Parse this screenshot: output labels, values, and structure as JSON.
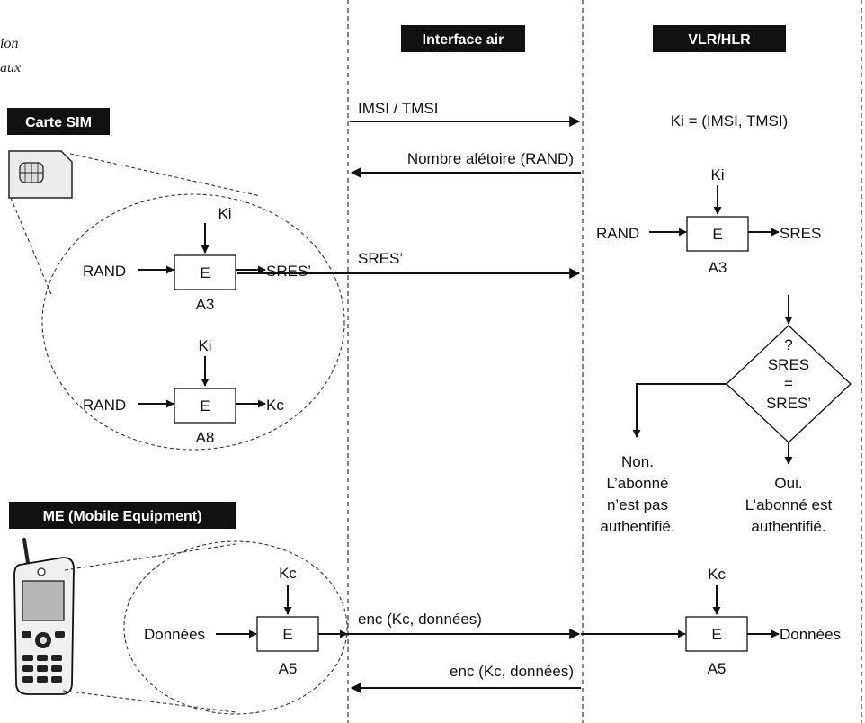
{
  "partial_caption": [
    "ion",
    "aux"
  ],
  "headers": {
    "air": "Interface air",
    "vlr": "VLR/HLR",
    "sim": "Carte SIM",
    "me": "ME (Mobile Equipment)"
  },
  "messages": {
    "imsi": "IMSI / TMSI",
    "rand": "Nombre alétoire (RAND)",
    "sres_prime": "SRES’",
    "enc_up": "enc (Kc, données)",
    "enc_down": "enc (Kc, données)"
  },
  "sim_a3": {
    "ki": "Ki",
    "in": "RAND",
    "box": "E",
    "out": "SRES’",
    "name": "A3"
  },
  "sim_a8": {
    "ki": "Ki",
    "in": "RAND",
    "box": "E",
    "out": "Kc",
    "name": "A8"
  },
  "me_a5": {
    "kc": "Kc",
    "in": "Données",
    "box": "E",
    "name": "A5"
  },
  "vlr_formula": "Ki = (IMSI, TMSI)",
  "vlr_a3": {
    "ki": "Ki",
    "in": "RAND",
    "box": "E",
    "out": "SRES",
    "name": "A3"
  },
  "decision": {
    "q": "?",
    "l1": "SRES",
    "l2": "=",
    "l3": "SRES’"
  },
  "result_no": [
    "Non.",
    "L’abonné",
    "n’est pas",
    "authentifié."
  ],
  "result_yes": [
    "Oui.",
    "L’abonné est",
    "authentifié."
  ],
  "vlr_a5": {
    "kc": "Kc",
    "box": "E",
    "out": "Données",
    "name": "A5"
  }
}
